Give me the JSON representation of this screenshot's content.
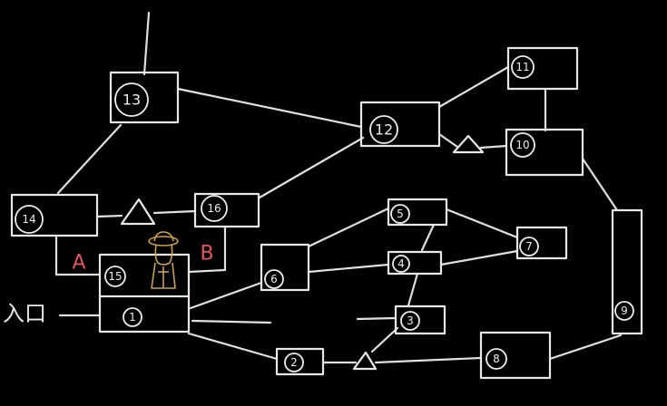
{
  "diagram": {
    "entrance_label": "入口",
    "markers": {
      "a": "A",
      "b": "B"
    },
    "rooms": {
      "r1": "1",
      "r2": "2",
      "r3": "3",
      "r4": "4",
      "r5": "5",
      "r6": "6",
      "r7": "7",
      "r8": "8",
      "r9": "9",
      "r10": "10",
      "r11": "11",
      "r12": "12",
      "r13": "13",
      "r14": "14",
      "r15": "15",
      "r16": "16"
    },
    "colors": {
      "background": "#000000",
      "stroke": "#e8e8e8",
      "marker": "#e05555",
      "character": "#c9a24a"
    }
  }
}
